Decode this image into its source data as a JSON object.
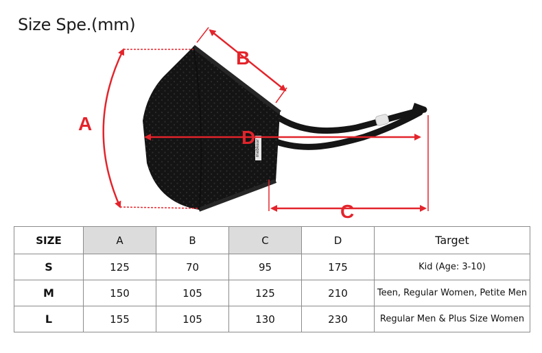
{
  "title": "Size Spe.(mm)",
  "labels": {
    "a": "A",
    "b": "B",
    "c": "C",
    "d": "D"
  },
  "mask_tag": "mebkear",
  "colors": {
    "accent": "#e3242b",
    "mask": "#141414",
    "header_shade": "#dcdcdc"
  },
  "table": {
    "headers": [
      "SIZE",
      "A",
      "B",
      "C",
      "D",
      "Target"
    ],
    "rows": [
      {
        "size": "S",
        "a": "125",
        "b": "70",
        "c": "95",
        "d": "175",
        "target": "Kid (Age: 3-10)"
      },
      {
        "size": "M",
        "a": "150",
        "b": "105",
        "c": "125",
        "d": "210",
        "target": "Teen, Regular Women, Petite Men"
      },
      {
        "size": "L",
        "a": "155",
        "b": "105",
        "c": "130",
        "d": "230",
        "target": "Regular Men & Plus Size Women"
      }
    ]
  }
}
